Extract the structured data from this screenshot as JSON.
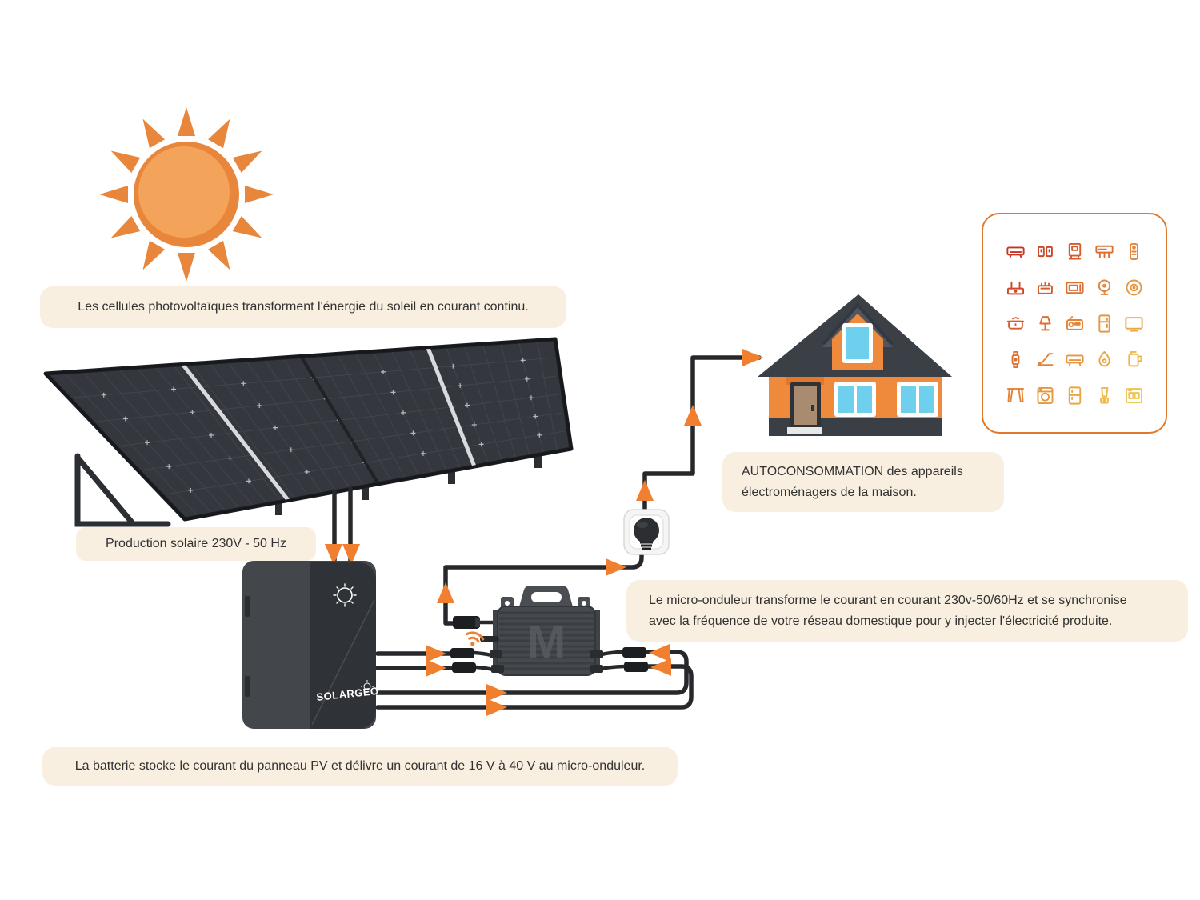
{
  "colors": {
    "accent_orange": "#f08030",
    "cream": "#f8efe0",
    "ink": "#323232",
    "cable": "#26282b",
    "panel_border": "#dd7a2e",
    "sun_disc": "#f3a45a",
    "sun_ray": "#e8873c",
    "house_wall": "#ef8a3c",
    "house_roof": "#3b4046",
    "window_blue": "#6fd0ee"
  },
  "captions": {
    "solar_cells": "Les cellules photovoltaïques transforment l'énergie du soleil en courant continu.",
    "production": "Production solaire 230V - 50 Hz",
    "autoconsommation_line1": "AUTOCONSOMMATION des appareils",
    "autoconsommation_line2": "électroménagers de la maison.",
    "micro_onduleur_line1": "Le micro-onduleur transforme le courant en courant 230v-50/60Hz et se synchronise",
    "micro_onduleur_line2": "avec la fréquence de votre réseau domestique pour y injecter l'électricité produite.",
    "battery": "La batterie stocke le courant du panneau PV et délivre un courant de 16 V à 40 V au micro-onduleur."
  },
  "battery": {
    "brand": "SOLARGEO"
  },
  "inverter": {
    "logo": "M"
  },
  "appliance_grid": {
    "icons": [
      {
        "name": "air-conditioner-icon",
        "shape": "ac",
        "color": "#c53425"
      },
      {
        "name": "light-switches-icon",
        "shape": "switch-pair",
        "color": "#cd4828"
      },
      {
        "name": "water-dispenser-icon",
        "shape": "dispenser",
        "color": "#d55c2d"
      },
      {
        "name": "air-purifier-icon",
        "shape": "purifier",
        "color": "#dc7033"
      },
      {
        "name": "remote-control-icon",
        "shape": "remote",
        "color": "#e28439"
      },
      {
        "name": "wifi-router-icon",
        "shape": "router",
        "color": "#cd4828"
      },
      {
        "name": "toaster-icon",
        "shape": "toaster",
        "color": "#d55c2d"
      },
      {
        "name": "microwave-icon",
        "shape": "microwave",
        "color": "#dc7033"
      },
      {
        "name": "desk-fan-icon",
        "shape": "fan",
        "color": "#e28439"
      },
      {
        "name": "speaker-icon",
        "shape": "speaker",
        "color": "#e69740"
      },
      {
        "name": "rice-cooker-icon",
        "shape": "cooker",
        "color": "#d55c2d"
      },
      {
        "name": "table-lamp-icon",
        "shape": "lamp",
        "color": "#dc7033"
      },
      {
        "name": "radio-icon",
        "shape": "radio",
        "color": "#e28439"
      },
      {
        "name": "refrigerator-icon",
        "shape": "fridge",
        "color": "#e69740"
      },
      {
        "name": "tv-icon",
        "shape": "tv",
        "color": "#eaa845"
      },
      {
        "name": "smartwatch-icon",
        "shape": "watch",
        "color": "#dc7033"
      },
      {
        "name": "treadmill-icon",
        "shape": "treadmill",
        "color": "#e28439"
      },
      {
        "name": "ac-unit-icon",
        "shape": "ac",
        "color": "#e69740"
      },
      {
        "name": "humidifier-icon",
        "shape": "humidifier",
        "color": "#eaa845"
      },
      {
        "name": "kettle-icon",
        "shape": "kettle",
        "color": "#eeb84a"
      },
      {
        "name": "curtains-icon",
        "shape": "curtains",
        "color": "#e28439"
      },
      {
        "name": "washing-machine-icon",
        "shape": "washer",
        "color": "#e69740"
      },
      {
        "name": "freezer-icon",
        "shape": "freezer",
        "color": "#eaa845"
      },
      {
        "name": "blender-icon",
        "shape": "blender",
        "color": "#eeb84a"
      },
      {
        "name": "oven-icon",
        "shape": "oven",
        "color": "#f1c24e"
      }
    ]
  }
}
